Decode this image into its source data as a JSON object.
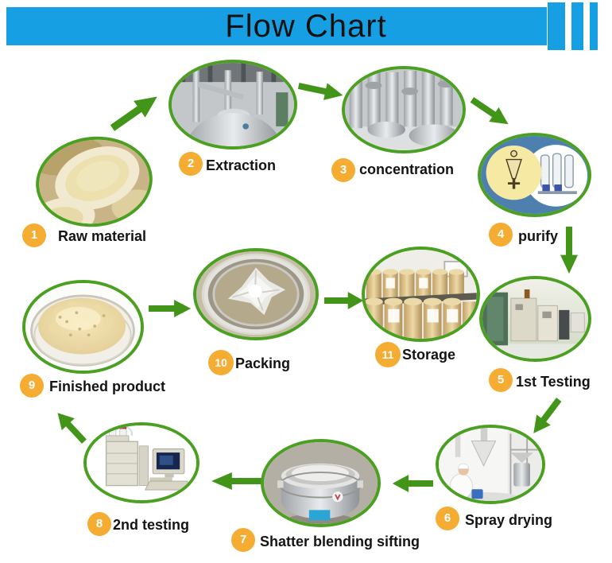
{
  "header": {
    "title": "Flow Chart",
    "bar_color": "#169fe3"
  },
  "palette": {
    "arrow_green": "#43951a",
    "oval_border_green": "#4ba021",
    "badge_yellow": "#f4ac33",
    "badge_number_color": "#ffffff",
    "label_color": "#141414"
  },
  "steps": [
    {
      "number": "1",
      "label": "Raw material",
      "image": "herb-root-slices"
    },
    {
      "number": "2",
      "label": "Extraction",
      "image": "extraction-tank-workshop"
    },
    {
      "number": "3",
      "label": "concentration",
      "image": "stainless-steel-tanks"
    },
    {
      "number": "4",
      "label": "purify",
      "image": "separating-funnel-and-purify-columns"
    },
    {
      "number": "5",
      "label": "1st Testing",
      "image": "testing-instrument-room"
    },
    {
      "number": "6",
      "label": "Spray drying",
      "image": "spray-drying-tower"
    },
    {
      "number": "7",
      "label": "Shatter blending sifting",
      "image": "vibrating-sifter-machine"
    },
    {
      "number": "8",
      "label": "2nd testing",
      "image": "hplc-and-computer"
    },
    {
      "number": "9",
      "label": "Finished product",
      "image": "powder-in-dish"
    },
    {
      "number": "10",
      "label": "Packing",
      "image": "drum-with-liner-bag"
    },
    {
      "number": "11",
      "label": "Storage",
      "image": "warehouse-fiber-drums"
    }
  ],
  "connections": [
    {
      "from": "1",
      "to": "2"
    },
    {
      "from": "2",
      "to": "3"
    },
    {
      "from": "3",
      "to": "4"
    },
    {
      "from": "4",
      "to": "5"
    },
    {
      "from": "5",
      "to": "6"
    },
    {
      "from": "6",
      "to": "7"
    },
    {
      "from": "7",
      "to": "8"
    },
    {
      "from": "8",
      "to": "9"
    },
    {
      "from": "9",
      "to": "10"
    },
    {
      "from": "10",
      "to": "11"
    }
  ]
}
